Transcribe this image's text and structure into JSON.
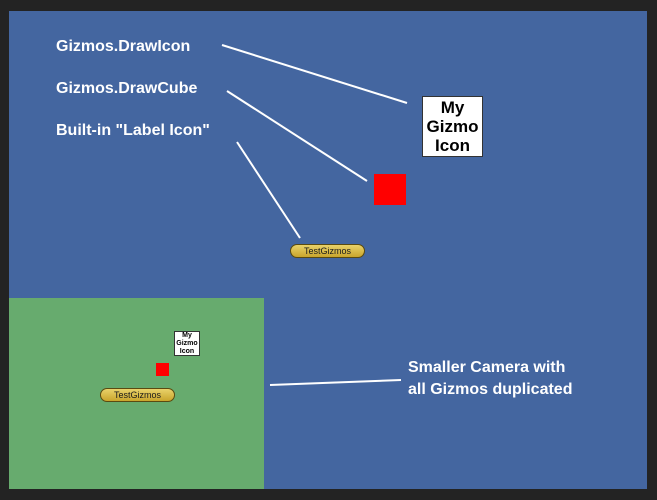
{
  "scene": {
    "background_color": "#4466A0",
    "annotations": {
      "draw_icon": "Gizmos.DrawIcon",
      "draw_cube": "Gizmos.DrawCube",
      "label_icon": "Built-in \"Label Icon\"",
      "smaller_camera_line1": "Smaller Camera with",
      "smaller_camera_line2": "all Gizmos duplicated"
    },
    "gizmo_icon": {
      "line1": "My",
      "line2": "Gizmo",
      "line3": "Icon"
    },
    "label": "TestGizmos",
    "cube_color": "#FF0000"
  },
  "mini_camera": {
    "background_color": "#67AB6E",
    "gizmo_icon": {
      "line1": "My",
      "line2": "Gizmo",
      "line3": "Icon"
    },
    "label": "TestGizmos"
  }
}
